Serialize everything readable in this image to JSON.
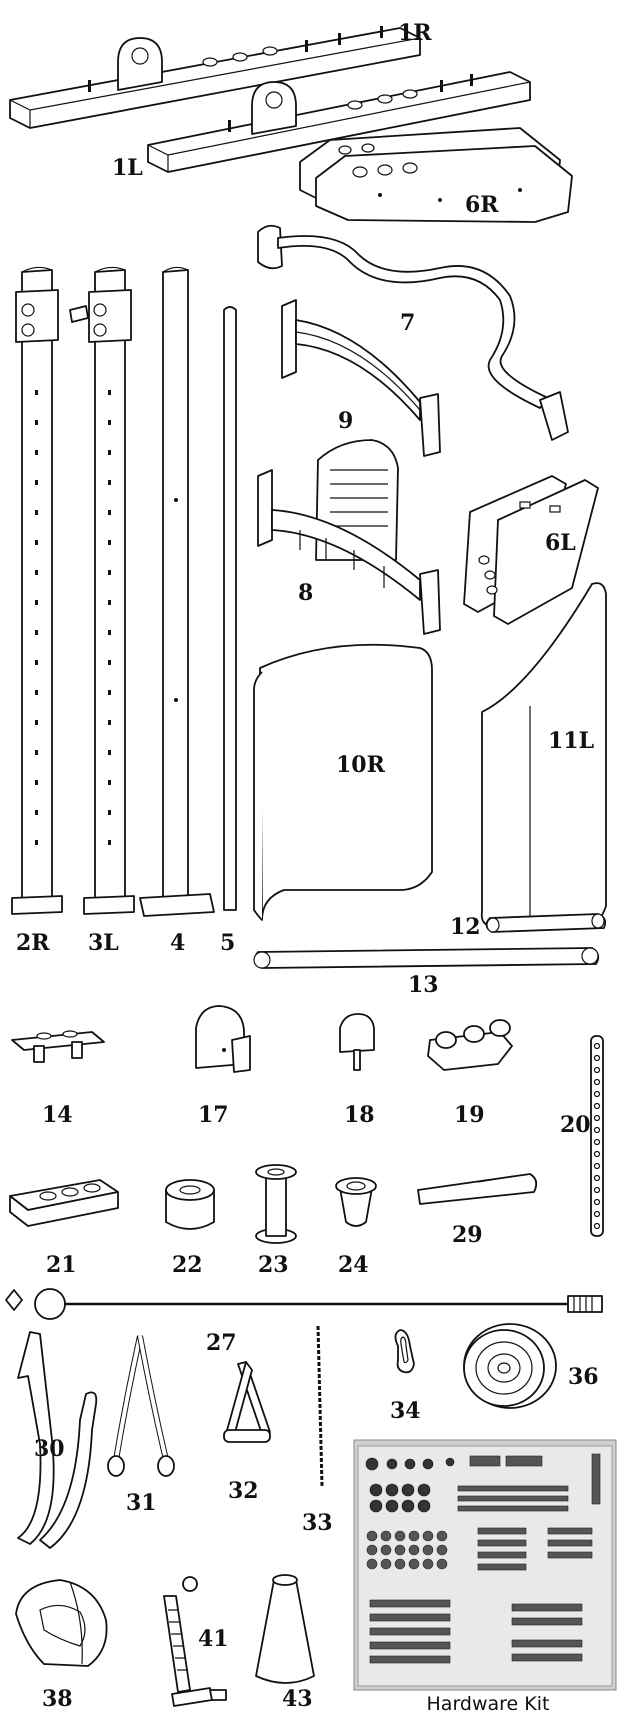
{
  "labels": {
    "p1R": "1R",
    "p1L": "1L",
    "p6R": "6R",
    "p7": "7",
    "p9": "9",
    "p8": "8",
    "p6L": "6L",
    "p2R": "2R",
    "p3L": "3L",
    "p4": "4",
    "p5": "5",
    "p10R": "10R",
    "p11L": "11L",
    "p12": "12",
    "p13": "13",
    "p14": "14",
    "p17": "17",
    "p18": "18",
    "p19": "19",
    "p20": "20",
    "p21": "21",
    "p22": "22",
    "p23": "23",
    "p24": "24",
    "p29": "29",
    "p27": "27",
    "p30": "30",
    "p31": "31",
    "p32": "32",
    "p33": "33",
    "p34": "34",
    "p36": "36",
    "p38": "38",
    "p41": "41",
    "p43": "43"
  },
  "hardware_kit": {
    "label": "Hardware Kit"
  }
}
